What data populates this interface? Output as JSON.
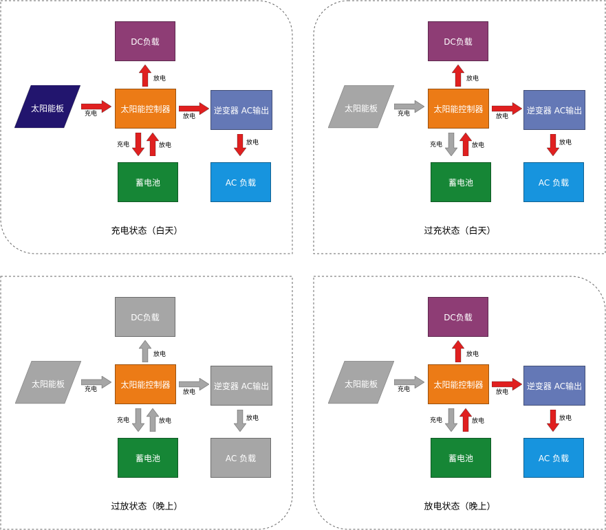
{
  "colors": {
    "red_arrow": "#e02020",
    "gray": "#a6a6a6",
    "solar_active": "#22156e",
    "dc_load": "#8e3d75",
    "controller": "#ec7b16",
    "inverter": "#6478b6",
    "battery": "#168636",
    "ac_load": "#1794de"
  },
  "labels": {
    "solar_panel": "太阳能板",
    "controller": "太阳能控制器",
    "inverter": "逆变器 AC输出",
    "dc_load": "DC负载",
    "ac_load": "AC 负载",
    "battery": "蓄电池",
    "charge": "充电",
    "discharge": "放电"
  },
  "panels": [
    {
      "id": "charging-day",
      "caption": "充电状态（白天）",
      "solar_active": true,
      "dc_load_active": true,
      "inverter_active": true,
      "ac_load_active": true,
      "arrow_solar_to_controller": "red",
      "arrow_to_dc_load": "red",
      "arrow_to_inverter": "red",
      "arrow_to_ac_load": "red",
      "arrow_charge_battery": "red",
      "arrow_discharge_battery": "red"
    },
    {
      "id": "overcharge-day",
      "caption": "过充状态（白天）",
      "solar_active": false,
      "dc_load_active": true,
      "inverter_active": true,
      "ac_load_active": true,
      "arrow_solar_to_controller": "gray",
      "arrow_to_dc_load": "red",
      "arrow_to_inverter": "red",
      "arrow_to_ac_load": "red",
      "arrow_charge_battery": "gray",
      "arrow_discharge_battery": "red"
    },
    {
      "id": "overdischarge-night",
      "caption": "过放状态（晚上）",
      "solar_active": false,
      "dc_load_active": false,
      "inverter_active": false,
      "ac_load_active": false,
      "arrow_solar_to_controller": "gray",
      "arrow_to_dc_load": "gray",
      "arrow_to_inverter": "gray",
      "arrow_to_ac_load": "gray",
      "arrow_charge_battery": "gray",
      "arrow_discharge_battery": "gray"
    },
    {
      "id": "discharging-night",
      "caption": "放电状态（晚上）",
      "solar_active": false,
      "dc_load_active": true,
      "inverter_active": true,
      "ac_load_active": true,
      "arrow_solar_to_controller": "gray",
      "arrow_to_dc_load": "red",
      "arrow_to_inverter": "red",
      "arrow_to_ac_load": "red",
      "arrow_charge_battery": "gray",
      "arrow_discharge_battery": "red"
    }
  ]
}
